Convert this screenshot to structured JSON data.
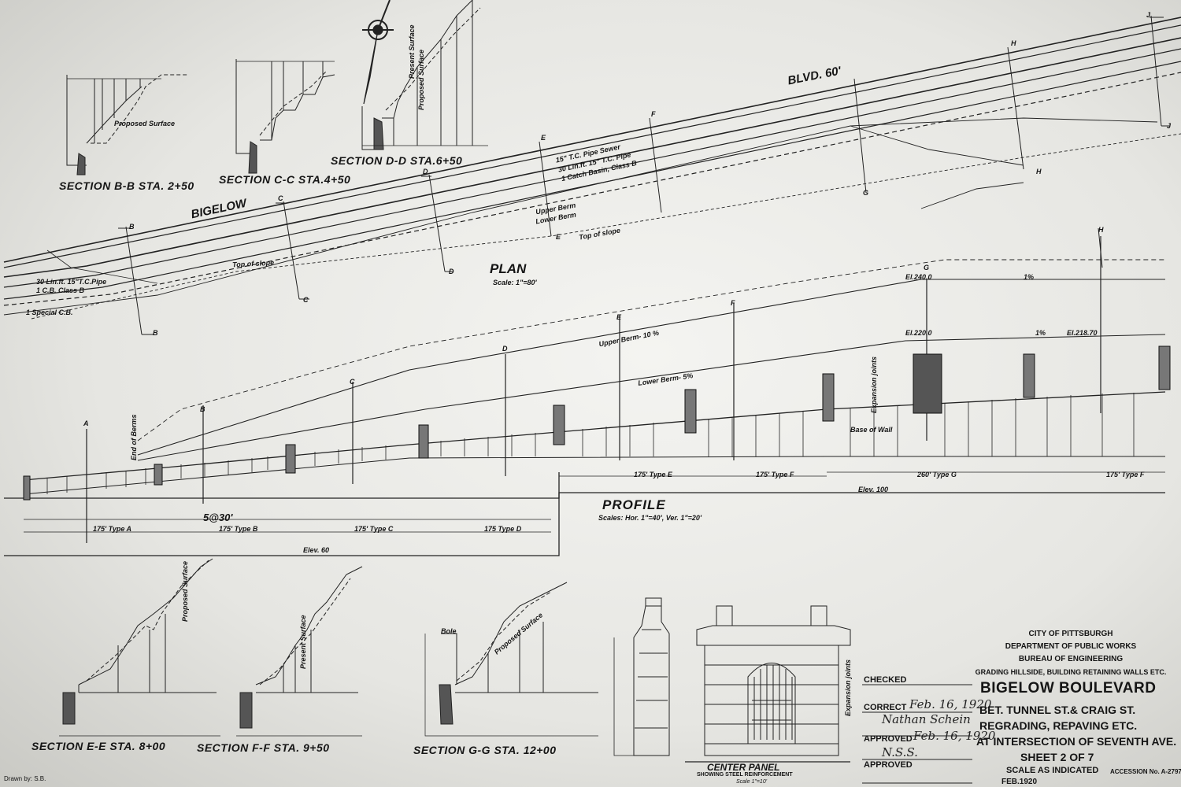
{
  "sections_top": {
    "bb": "SECTION B-B  STA. 2+50",
    "cc": "SECTION C-C  STA.4+50",
    "dd": "SECTION D-D  STA.6+50",
    "proposed_surface": "Proposed Surface",
    "present_surface": "Present Surface"
  },
  "plan": {
    "title": "PLAN",
    "scale": "Scale: 1\"=80'",
    "bigelow": "BIGELOW",
    "blvd": "BLVD. 60'",
    "top_of_slope": "Top of slope",
    "upper_berm": "Upper Berm",
    "lower_berm": "Lower Berm",
    "pipe_note_1": "15\" T.C. Pipe Sewer",
    "pipe_note_2": "30 Lin.ft. 15\" T.C. Pipe",
    "pipe_note_3": "1 Catch Basin, Class B",
    "pipe_note_left_1": "30 Lin.ft. 15\"T.C.Pipe",
    "pipe_note_left_2": "1 C.B. Class B",
    "special_cb": "1 Special C.B.",
    "markers": [
      "B",
      "C",
      "D",
      "E",
      "F",
      "G",
      "H",
      "J"
    ]
  },
  "profile": {
    "title": "PROFILE",
    "scales": "Scales: Hor. 1\"=40', Ver. 1\"=20'",
    "top_of_slope": "Top of slope",
    "upper_berm": "Upper Berm- 10 %",
    "lower_berm": "Lower Berm- 5%",
    "base_of_wall": "Base of Wall",
    "end_of_berms": "End of Berms",
    "expansion_joints": "Expansion joints",
    "el_1": "El.240.0",
    "el_2": "El.220.0",
    "el_3": "El.218.70",
    "pct": "1%",
    "elev_100": "Elev. 100",
    "elev_60": "Elev. 60",
    "spacing": "5@30'",
    "types_lower": [
      "175' Type A",
      "175' Type B",
      "175' Type C",
      "175 Type D"
    ],
    "types_upper": [
      "175' Type E",
      "175' Type F",
      "260' Type G",
      "175' Type F"
    ],
    "markers": [
      "A",
      "B",
      "C",
      "D",
      "E",
      "F",
      "G",
      "H"
    ]
  },
  "sections_bottom": {
    "ee": "SECTION E-E  STA. 8+00",
    "ff": "SECTION F-F  STA. 9+50",
    "gg": "SECTION G-G  STA. 12+00",
    "proposed_surface": "Proposed Surface",
    "present_surface": "Present Surface",
    "bole": "Bole"
  },
  "center_panel": {
    "title": "CENTER PANEL",
    "sub": "SHOWING STEEL REINFORCEMENT",
    "scale": "Scale 1\"=10'",
    "expansion_joints": "Expansion joints"
  },
  "approvals": {
    "checked": "CHECKED",
    "correct": "CORRECT",
    "correct_date": "Feb. 16, 1920",
    "correct_sig": "Nathan Schein",
    "approved_1": "APPROVED",
    "approved_1_date": "Feb. 16, 1920",
    "approved_2": "APPROVED",
    "approved_2_sig": "N.S.S.",
    "drawn_by": "Drawn by: S.B.",
    "date_label": "FEB.1920"
  },
  "title_block": {
    "city": "CITY OF PITTSBURGH",
    "department": "DEPARTMENT OF PUBLIC WORKS",
    "bureau": "BUREAU OF ENGINEERING",
    "project": "GRADING HILLSIDE, BUILDING RETAINING WALLS ETC.",
    "name": "BIGELOW BOULEVARD",
    "between": "BET. TUNNEL ST.& CRAIG ST.",
    "scope": "REGRADING, REPAVING ETC.",
    "location": "AT INTERSECTION OF SEVENTH AVE.",
    "sheet": "SHEET 2 OF 7",
    "scale": "SCALE  AS INDICATED",
    "accession": "ACCESSION No. A-2797"
  }
}
